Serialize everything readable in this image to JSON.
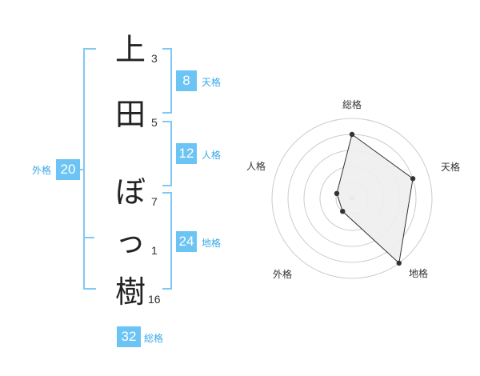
{
  "name": {
    "chars": [
      {
        "char": "上",
        "strokes": "3"
      },
      {
        "char": "田",
        "strokes": "5"
      },
      {
        "char": "ぼ",
        "strokes": "7"
      },
      {
        "char": "っ",
        "strokes": "1"
      },
      {
        "char": "樹",
        "strokes": "16"
      }
    ]
  },
  "fortune": {
    "tenkaku": {
      "value": "8",
      "label": "天格"
    },
    "jinkaku": {
      "value": "12",
      "label": "人格"
    },
    "chikaku": {
      "value": "24",
      "label": "地格"
    },
    "gaikaku": {
      "value": "20",
      "label": "外格"
    },
    "soukaku": {
      "value": "32",
      "label": "総格"
    }
  },
  "chart_data": {
    "type": "radar",
    "axes": [
      "総格",
      "天格",
      "地格",
      "外格",
      "人格"
    ],
    "values": [
      4,
      4,
      5,
      1,
      1
    ],
    "scale_max": 5,
    "rings": 5,
    "colors": {
      "fill": "#eeeeee",
      "line": "#333333",
      "ring": "#cccccc",
      "center": "#bbbbbb",
      "accent": "#6cc4f5"
    }
  }
}
